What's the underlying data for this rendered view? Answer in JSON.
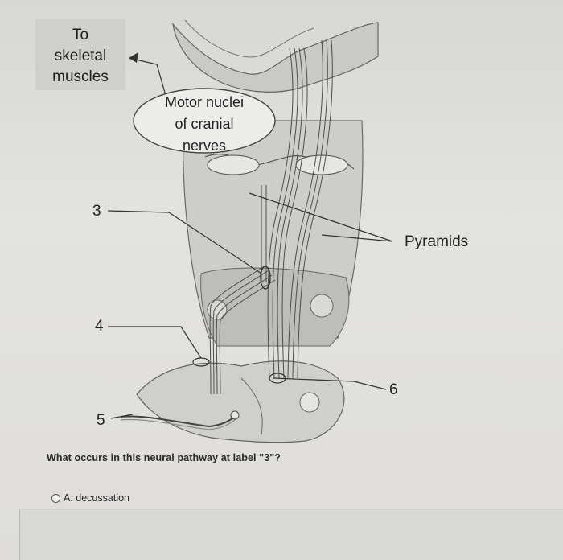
{
  "figure": {
    "to_label": "To skeletal muscles",
    "to_lines": [
      "To",
      "skeletal",
      "muscles"
    ],
    "motor_lines": [
      "Motor nuclei",
      "of cranial",
      "nerves"
    ],
    "label_3": "3",
    "label_4": "4",
    "label_5": "5",
    "label_6": "6",
    "pyramids": "Pyramids"
  },
  "question": {
    "text": "What occurs in this neural pathway at label \"3\"?",
    "option_a": "A. decussation"
  }
}
